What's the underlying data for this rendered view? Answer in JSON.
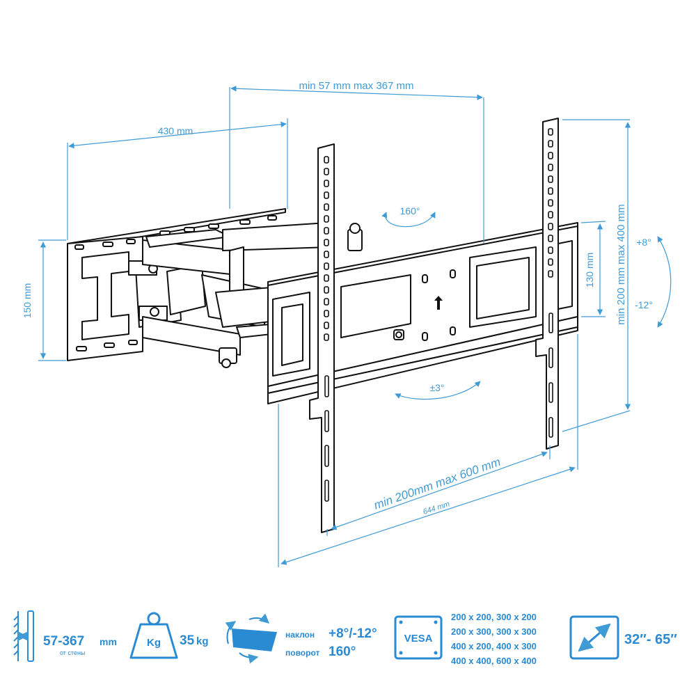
{
  "dimensions": {
    "top_depth": "min 57 mm max 367 mm",
    "arm_length": "430 mm",
    "wall_plate_height": "150 mm",
    "rail_height": "130 mm",
    "vertical_vesa": "min 200 mm max 400 mm",
    "horizontal_vesa": "min  200mm max 600 mm",
    "overall_width": "644 mm",
    "swivel": "160°",
    "tilt_up": "+8°",
    "tilt_down": "-12°",
    "level_adjust": "±3°"
  },
  "specs": {
    "depth_value": "57-367",
    "depth_unit": "mm",
    "depth_caption": "от стены",
    "weight_icon_label": "Kg",
    "weight_value": "35",
    "weight_unit": "kg",
    "tilt_label": "наклон",
    "tilt_value": "+8°/-12°",
    "swivel_label": "поворот",
    "swivel_value": "160°",
    "vesa_icon_label": "VESA",
    "vesa_rows": [
      "200 x 200, 300 x 200",
      "200 x 300, 300 x 300",
      "400 x 200, 400 x 300",
      "400 x 400, 600 x 400"
    ],
    "screen_size": "32″- 65″"
  },
  "colors": {
    "dimension_blue": "#3f9bd6",
    "spec_blue": "#2a8ad2",
    "outline": "#111111"
  }
}
